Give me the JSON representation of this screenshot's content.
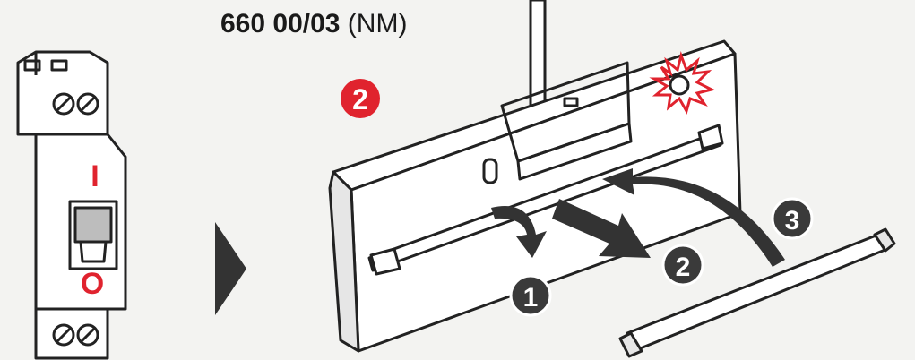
{
  "title": {
    "code": "660 00/03",
    "suffix": " (NM)"
  },
  "step_badge": {
    "label": "2",
    "color": "#e0232e"
  },
  "breaker": {
    "on_label": "I",
    "off_label": "O",
    "label_color": "#e0232e"
  },
  "steps": [
    {
      "label": "1"
    },
    {
      "label": "2"
    },
    {
      "label": "3"
    }
  ],
  "colors": {
    "outline": "#222222",
    "fill": "#ffffff",
    "shade": "#bdbdbd",
    "badge_dark": "#3a3a3a",
    "warning": "#e0232e",
    "arrow": "#333333"
  },
  "icons": [
    "circuit-breaker-icon",
    "arrow-right-icon",
    "light-fixture-icon",
    "fluorescent-tube-icon",
    "screwdriver-icon",
    "light-flash-icon"
  ]
}
